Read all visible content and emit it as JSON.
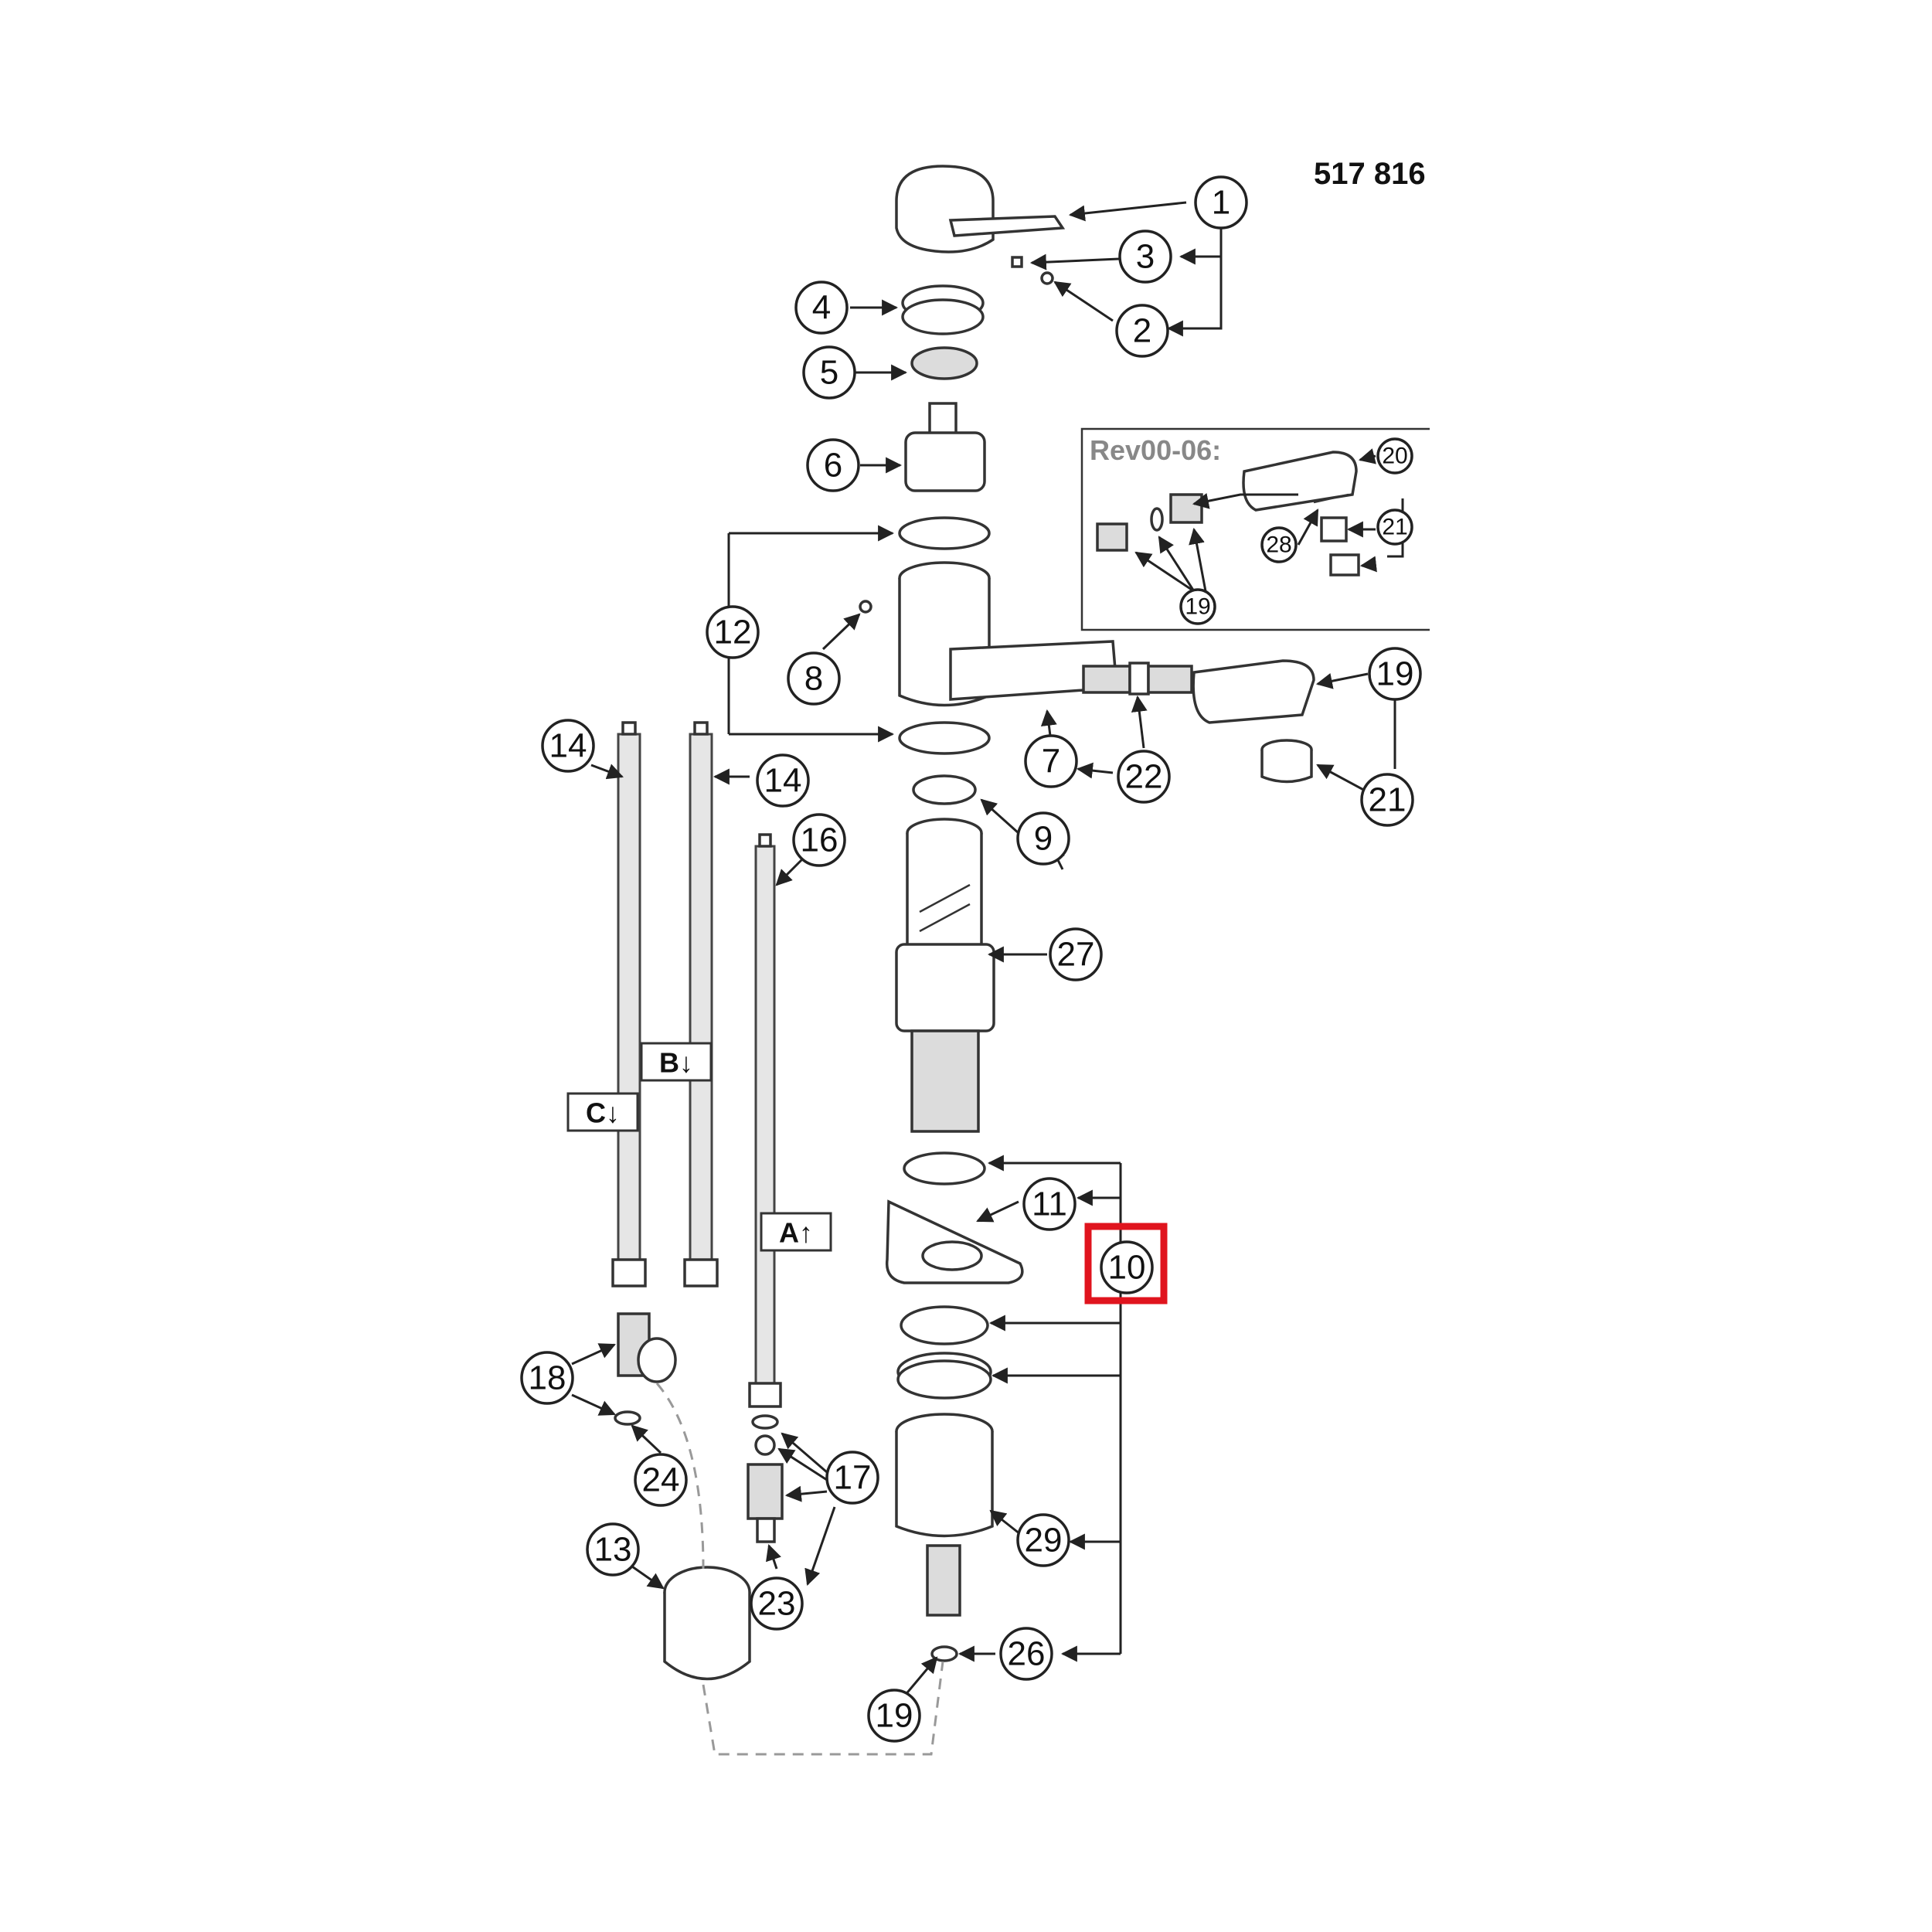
{
  "diagram": {
    "drawing_number": "517 816",
    "revision_label": "Rev00-06:",
    "highlighted_part": "10",
    "highlight_color": "#e0141e",
    "callouts": [
      "1",
      "2",
      "3",
      "4",
      "5",
      "6",
      "7",
      "8",
      "9",
      "10",
      "11",
      "12",
      "13",
      "14",
      "14",
      "16",
      "17",
      "18",
      "19",
      "19",
      "19",
      "20",
      "21",
      "21",
      "22",
      "23",
      "24",
      "26",
      "27",
      "28",
      "29"
    ],
    "hose_tags": {
      "a": "A↑",
      "b": "B↓",
      "c": "C↓"
    }
  }
}
